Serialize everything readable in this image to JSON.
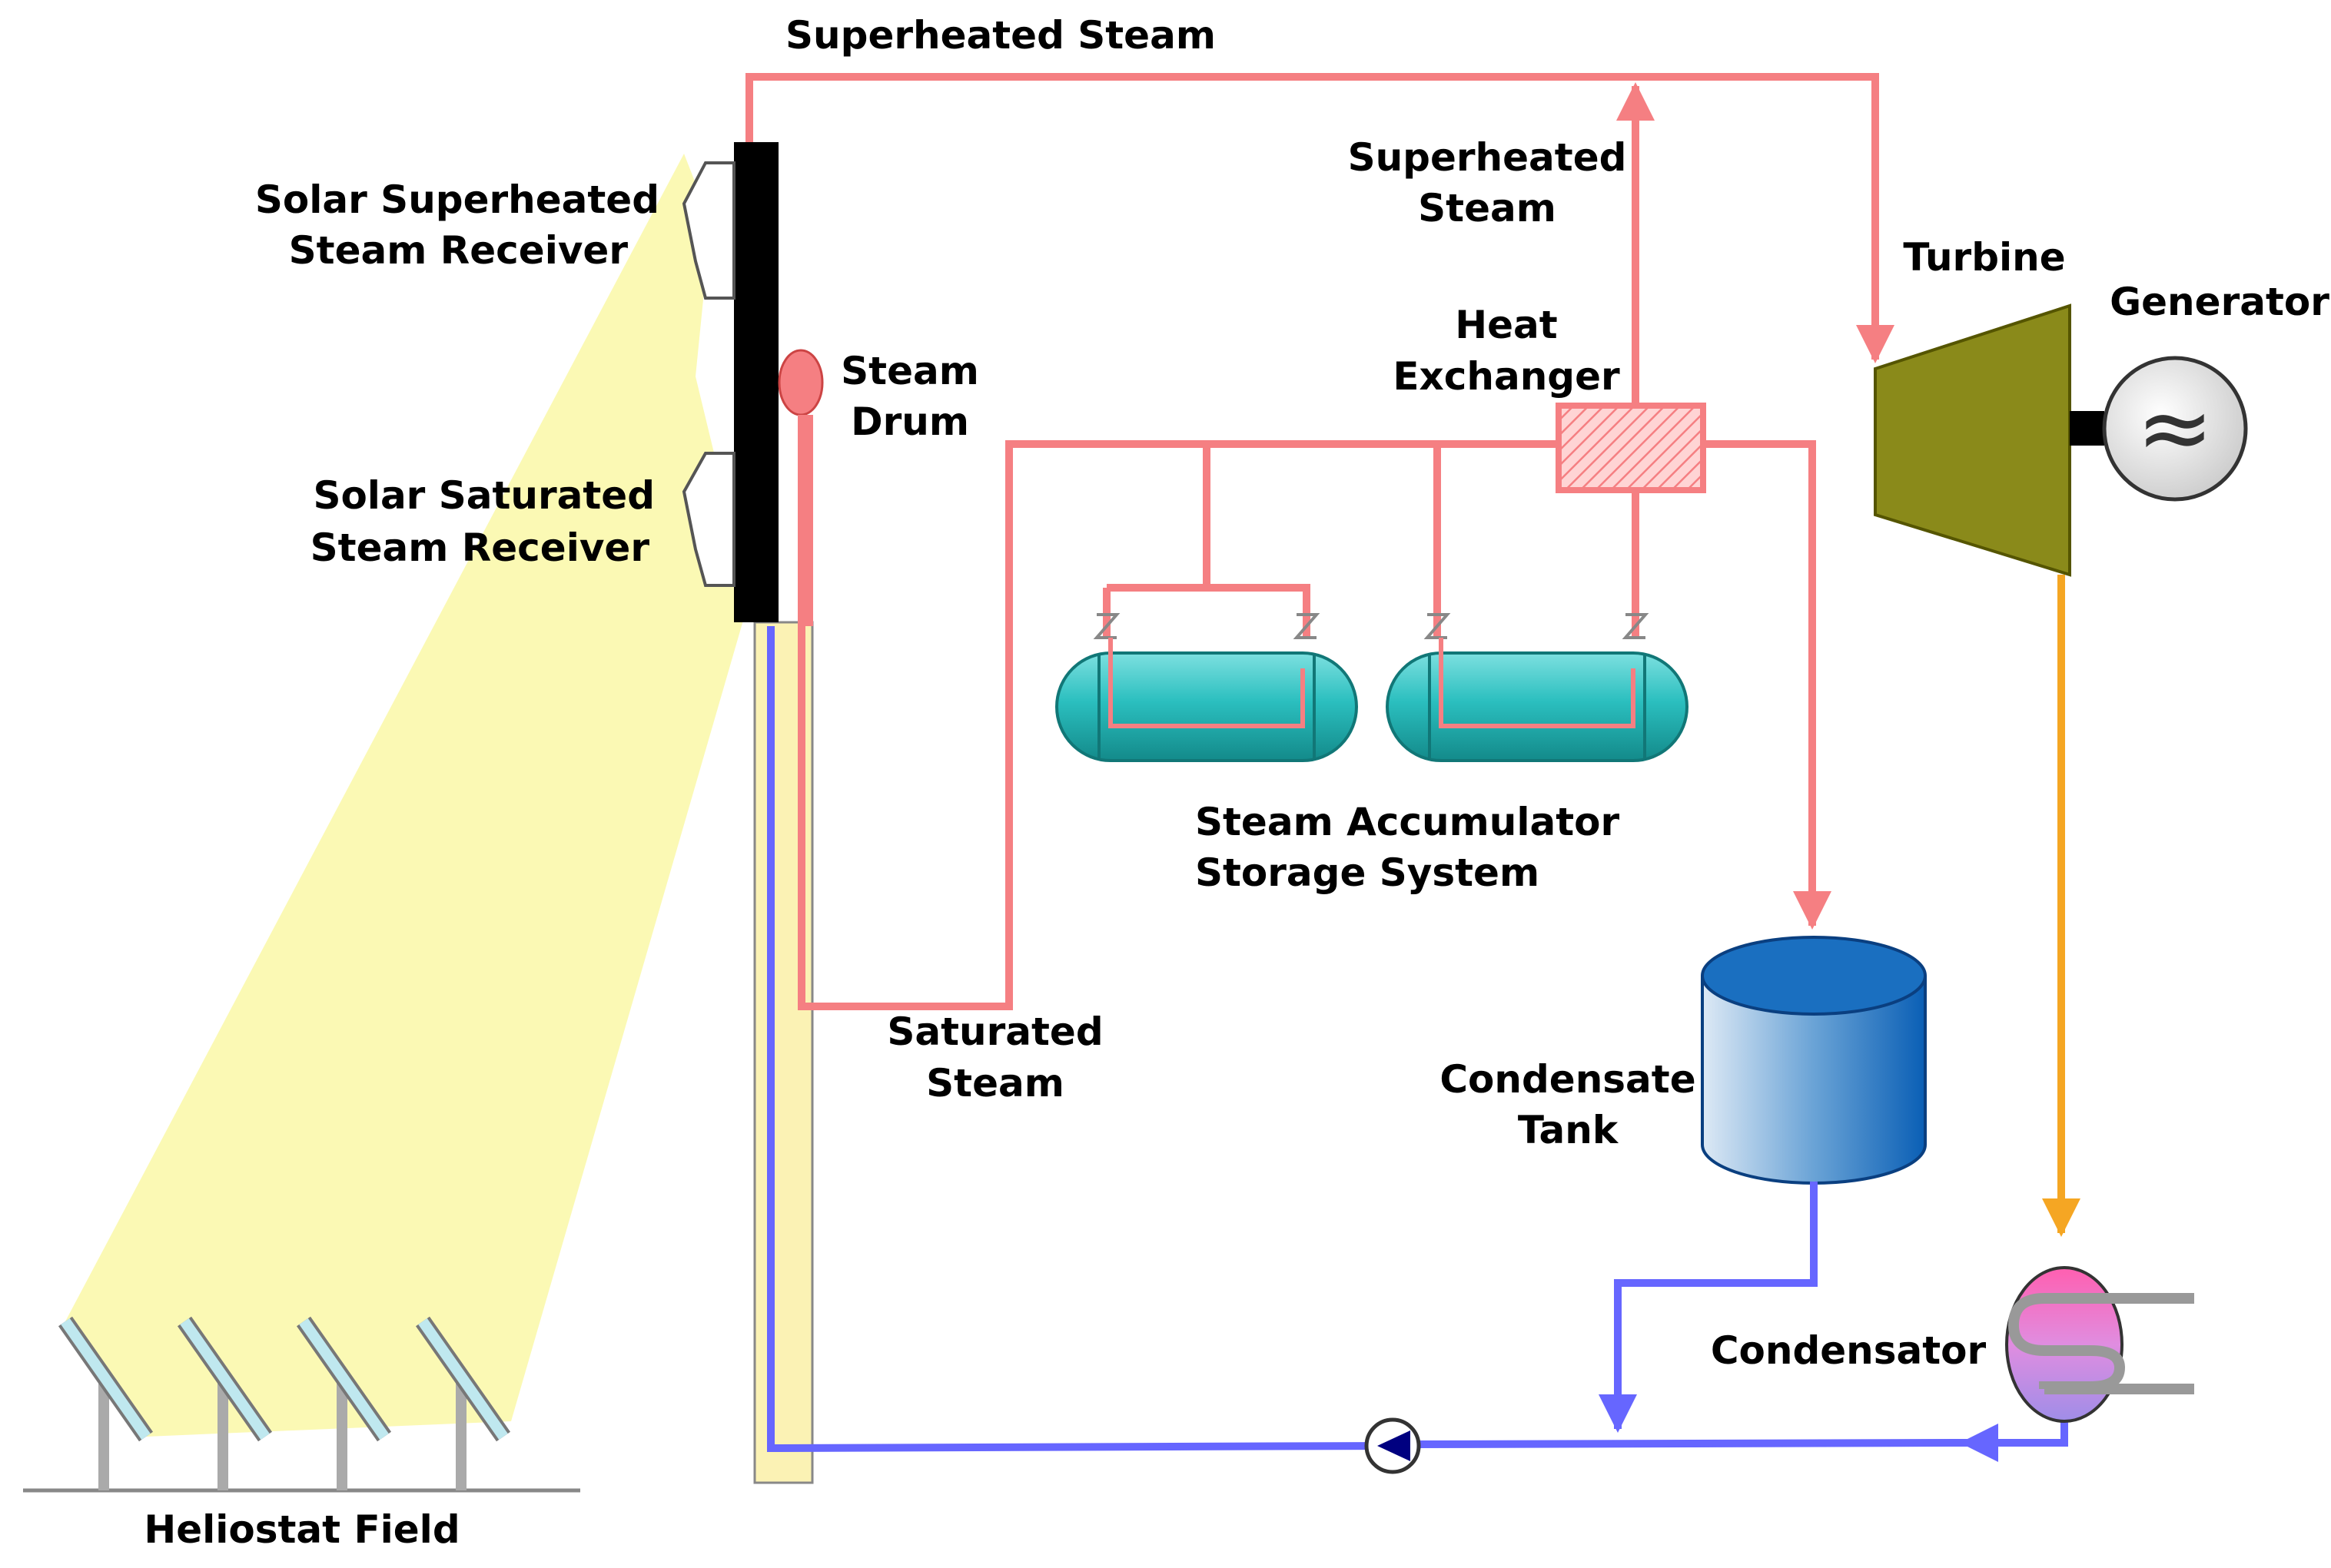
{
  "labels": {
    "superheated_steam_top": "Superheated Steam",
    "superheated_steam_mid_1": "Superheated",
    "superheated_steam_mid_2": "Steam",
    "solar_superheated_receiver_1": "Solar Superheated",
    "solar_superheated_receiver_2": "Steam Receiver",
    "steam_drum_1": "Steam",
    "steam_drum_2": "Drum",
    "solar_saturated_receiver_1": "Solar Saturated",
    "solar_saturated_receiver_2": "Steam Receiver",
    "heat_exchanger_1": "Heat",
    "heat_exchanger_2": "Exchanger",
    "turbine": "Turbine",
    "generator": "Generator",
    "accumulator_1": "Steam Accumulator",
    "accumulator_2": "Storage System",
    "saturated_steam_1": "Saturated",
    "saturated_steam_2": "Steam",
    "condensate_tank_1": "Condensate",
    "condensate_tank_2": "Tank",
    "condensator": "Condensator",
    "heliostat_field": "Heliostat Field",
    "generator_symbol": "≈"
  },
  "colors": {
    "steam": "#f57f82",
    "water": "#6666ff",
    "exhaust": "#f5a623",
    "light_beam": "#fbf9b4",
    "tower": "#fbf2b4",
    "receiver_wall": "#000000",
    "accumulator": "#2bbfbf",
    "turbine": "#8a8a1a",
    "condensate_tank": "#1a6fc0",
    "heliostat": "#bfe8ef",
    "ground": "#888888"
  }
}
